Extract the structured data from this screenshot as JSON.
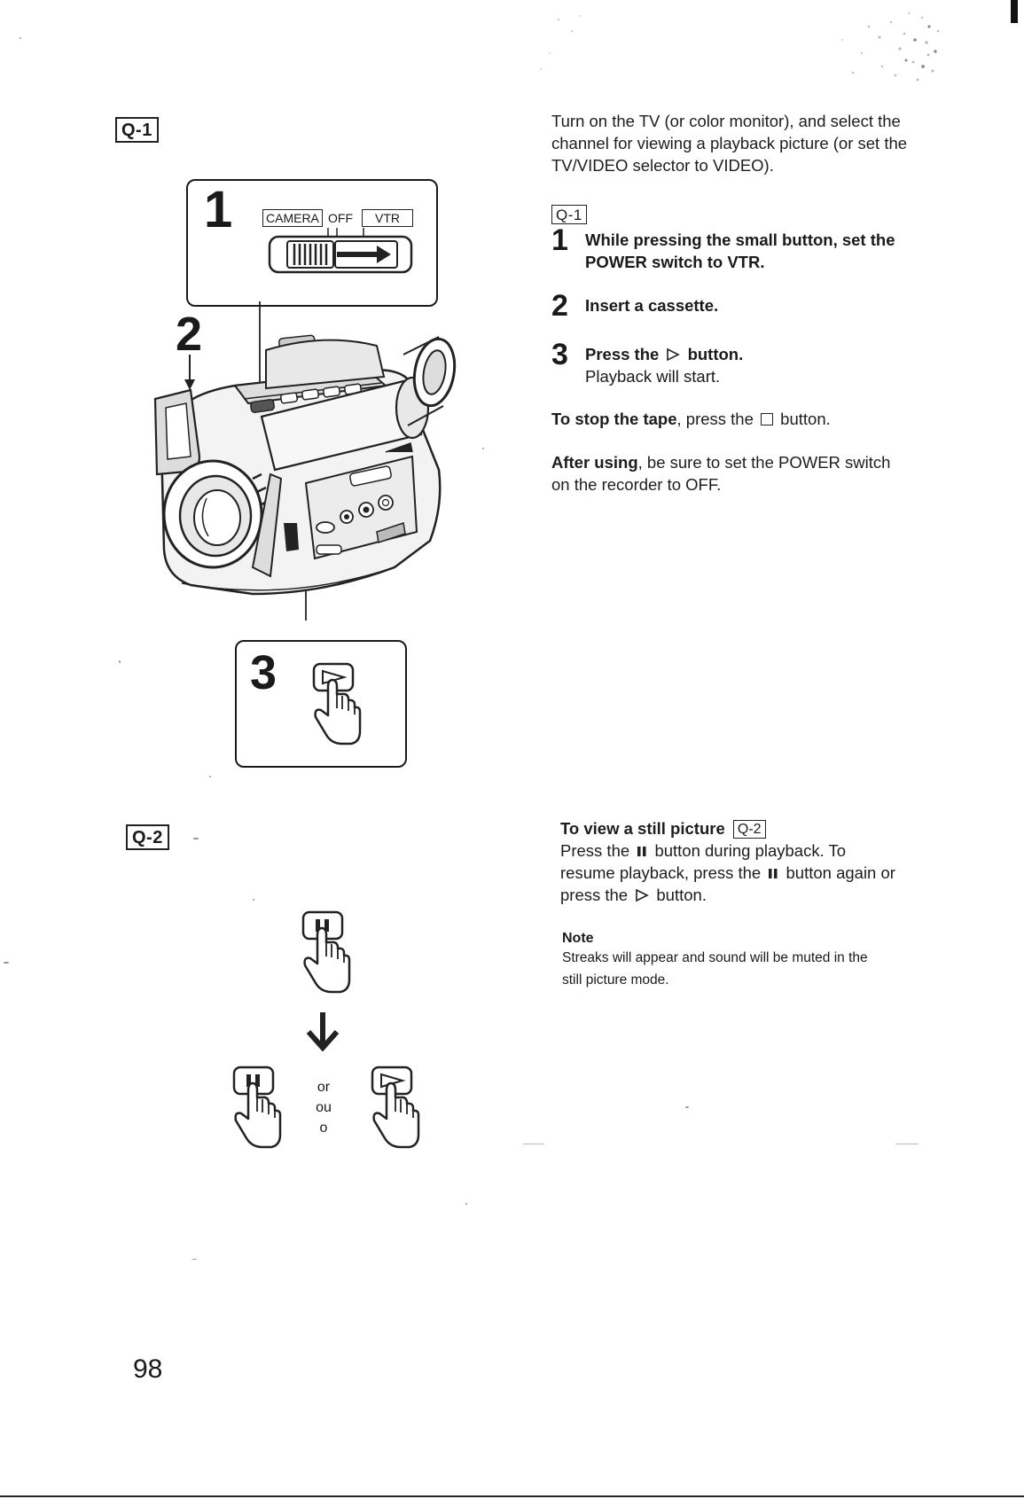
{
  "page": {
    "number": "98"
  },
  "figure_q1": {
    "tag": "Q-1",
    "step1_label": "1",
    "step2_label": "2",
    "step3_label": "3",
    "switch_camera": "CAMERA",
    "switch_off": "OFF",
    "switch_vtr": "VTR"
  },
  "figure_q2": {
    "tag": "Q-2",
    "or_en": "or",
    "or_fr": "ou",
    "or_es": "o"
  },
  "intro": {
    "text": "Turn on the TV (or color monitor), and select the channel for viewing a playback picture (or set the TV/VIDEO selector to VIDEO)."
  },
  "steps_tag": "Q-1",
  "steps": [
    {
      "number": "1",
      "line1": "While pressing the small button, set the",
      "line2": "POWER switch to VTR."
    },
    {
      "number": "2",
      "line1": "Insert a cassette."
    },
    {
      "number": "3",
      "title_pre": "Press the",
      "title_post": "button.",
      "detail": "Playback will start."
    }
  ],
  "stop_tape": {
    "bold": "To stop the tape",
    "pre": ", press the",
    "post": "button."
  },
  "after_using": {
    "bold": "After using",
    "line1": ", be sure to set the POWER switch",
    "line2": "on the recorder to OFF."
  },
  "still_picture": {
    "title": "To view a still picture",
    "tag": "Q-2",
    "l1_pre": "Press the",
    "l1_post": "button during playback. To",
    "l2_pre": "resume playback, press the",
    "l2_post": "button again or",
    "l3_pre": "press the",
    "l3_post": "button."
  },
  "note": {
    "title": "Note",
    "line1": "Streaks will appear and sound will be muted in the",
    "line2": "still picture mode."
  }
}
